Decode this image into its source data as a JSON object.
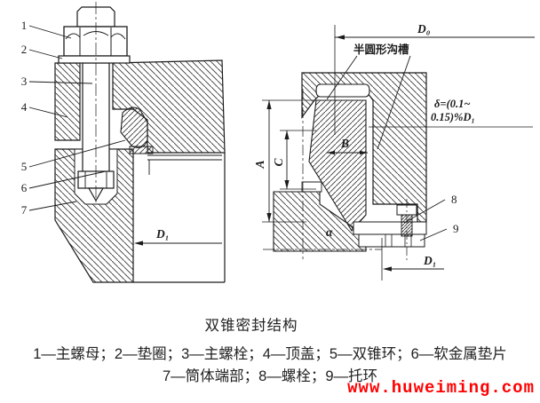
{
  "title": "双锥密封结构",
  "captions": {
    "line1": "1—主螺母；2—垫圈；3—主螺栓；4—顶盖；5—双锥环；6—软金属垫片",
    "line2": "7—筒体端部；8—螺栓；9—托环"
  },
  "watermark": {
    "text": "www.huweiming.com",
    "color": "#ff0000"
  },
  "drawing_colors": {
    "line": "#1b1b1b",
    "background": "#ffffff"
  },
  "left_drawing": {
    "callouts": [
      "1",
      "2",
      "3",
      "4",
      "5",
      "6",
      "7"
    ],
    "dims": {
      "d1": "D₁"
    }
  },
  "right_drawing": {
    "callouts": [
      "8",
      "9"
    ],
    "dims": {
      "d0": "D₀",
      "d1": "D₁",
      "a": "A",
      "b": "B",
      "c": "C",
      "alpha": "α"
    },
    "groove_label": "半圆形沟槽",
    "delta_formula": [
      "δ=(0.1~",
      "0.15)%D₁"
    ]
  }
}
